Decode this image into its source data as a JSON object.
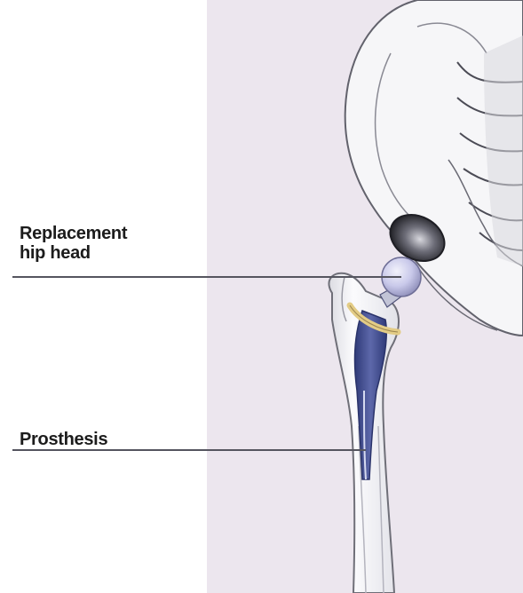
{
  "labels": {
    "head_line1": "Replacement",
    "head_line2": "hip head",
    "prosthesis": "Prosthesis"
  },
  "colors": {
    "panel_bg": "#ece6ee",
    "bone_fill": "#f7f7f9",
    "bone_outline": "#6f6f78",
    "socket_dark": "#1e1e24",
    "ball": "#c9c9ea",
    "stem_blue": "#45508f",
    "cement_ring": "#e3cc86",
    "leader_line": "#55555f"
  },
  "icons": {
    "pelvis": "pelvis-illustration",
    "femur": "femur-illustration",
    "implant": "hip-implant-illustration"
  }
}
